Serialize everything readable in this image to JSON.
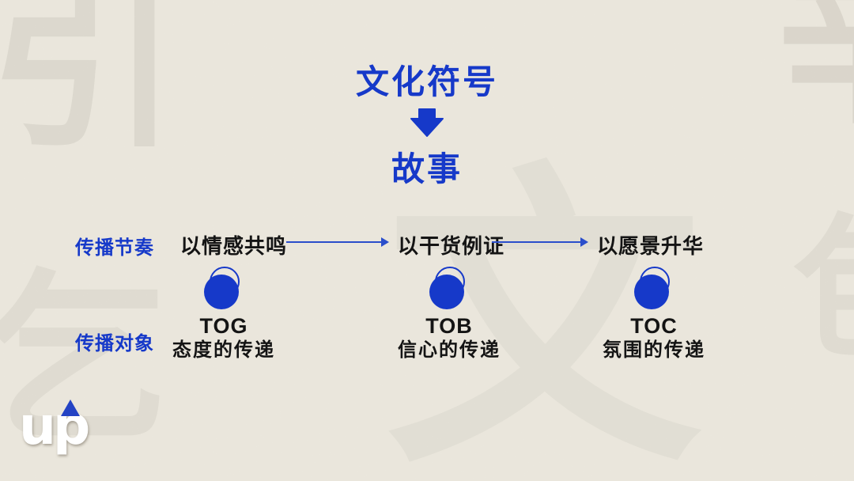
{
  "page": {
    "background_color": "#efece2",
    "accent_color": "#1639c9",
    "text_color": "#141414"
  },
  "header": {
    "title": "文化符号",
    "subtitle": "故事",
    "arrow_icon": "down-arrow"
  },
  "flow": {
    "rhythm_label": "传播节奏",
    "audience_label": "传播对象",
    "columns": [
      {
        "rhythm": "以情感共鸣",
        "audience_code": "TOG",
        "audience_desc": "态度的传递"
      },
      {
        "rhythm": "以干货例证",
        "audience_code": "TOB",
        "audience_desc": "信心的传递"
      },
      {
        "rhythm": "以愿景升华",
        "audience_code": "TOC",
        "audience_desc": "氛围的传递"
      }
    ]
  },
  "logo": {
    "text": "up"
  },
  "watermarks": [
    "引",
    "辛",
    "文",
    "乞",
    "包"
  ]
}
